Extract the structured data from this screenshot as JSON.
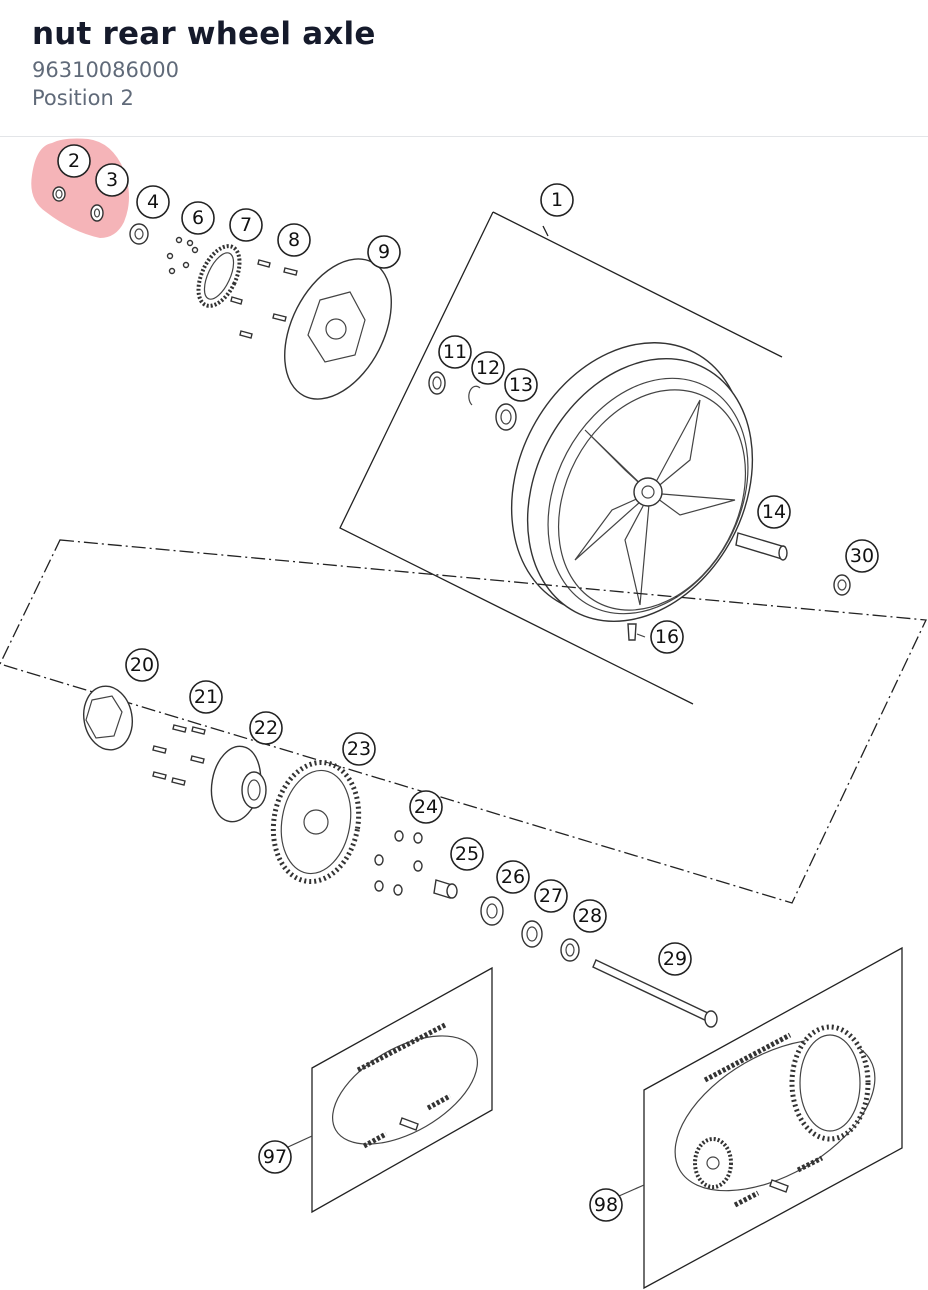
{
  "header": {
    "title": "nut rear wheel axle",
    "part_number": "96310086000",
    "position": "Position 2"
  },
  "highlight": {
    "color": "#f3a7ac"
  },
  "labels": {
    "l1": "1",
    "l2": "2",
    "l3": "3",
    "l4": "4",
    "l6": "6",
    "l7": "7",
    "l8": "8",
    "l9": "9",
    "l11": "11",
    "l12": "12",
    "l13": "13",
    "l14": "14",
    "l16": "16",
    "l20": "20",
    "l21": "21",
    "l22": "22",
    "l23": "23",
    "l24": "24",
    "l25": "25",
    "l26": "26",
    "l27": "27",
    "l28": "28",
    "l29": "29",
    "l30": "30",
    "l97": "97",
    "l98": "98"
  }
}
